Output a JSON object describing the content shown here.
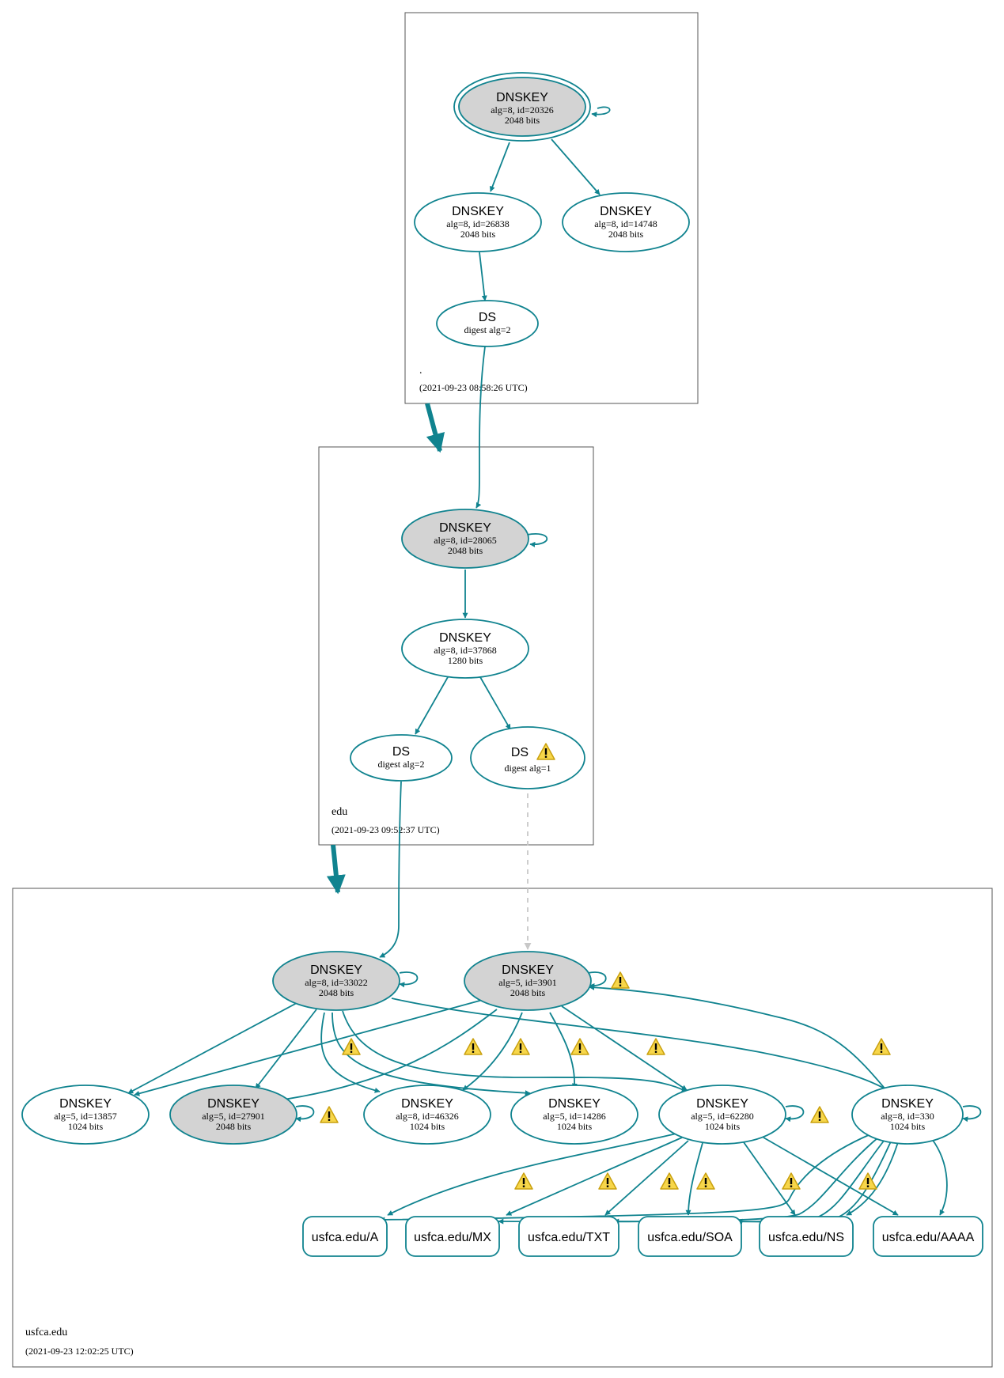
{
  "colors": {
    "edge": "#10838f",
    "node_stroke": "#10838f",
    "shaded_fill": "#d3d3d3",
    "box_stroke": "#555555",
    "dashed_edge": "#c8c8c8",
    "warning_fill": "#f7d64a",
    "warning_stroke": "#c9a00e"
  },
  "zones": {
    "root": {
      "name": ".",
      "time": "(2021-09-23 08:58:26 UTC)"
    },
    "edu": {
      "name": "edu",
      "time": "(2021-09-23 09:52:37 UTC)"
    },
    "usfca": {
      "name": "usfca.edu",
      "time": "(2021-09-23 12:02:25 UTC)"
    }
  },
  "nodes": {
    "root_ksk": {
      "title": "DNSKEY",
      "l1": "alg=8, id=20326",
      "l2": "2048 bits"
    },
    "root_zsk1": {
      "title": "DNSKEY",
      "l1": "alg=8, id=26838",
      "l2": "2048 bits"
    },
    "root_zsk2": {
      "title": "DNSKEY",
      "l1": "alg=8, id=14748",
      "l2": "2048 bits"
    },
    "root_ds": {
      "title": "DS",
      "l1": "digest alg=2"
    },
    "edu_ksk": {
      "title": "DNSKEY",
      "l1": "alg=8, id=28065",
      "l2": "2048 bits"
    },
    "edu_zsk": {
      "title": "DNSKEY",
      "l1": "alg=8, id=37868",
      "l2": "1280 bits"
    },
    "edu_ds2": {
      "title": "DS",
      "l1": "digest alg=2"
    },
    "edu_ds1": {
      "title": "DS",
      "l1": "digest alg=1"
    },
    "u_k33022": {
      "title": "DNSKEY",
      "l1": "alg=8, id=33022",
      "l2": "2048 bits"
    },
    "u_k3901": {
      "title": "DNSKEY",
      "l1": "alg=5, id=3901",
      "l2": "2048 bits"
    },
    "u_k13857": {
      "title": "DNSKEY",
      "l1": "alg=5, id=13857",
      "l2": "1024 bits"
    },
    "u_k27901": {
      "title": "DNSKEY",
      "l1": "alg=5, id=27901",
      "l2": "2048 bits"
    },
    "u_k46326": {
      "title": "DNSKEY",
      "l1": "alg=8, id=46326",
      "l2": "1024 bits"
    },
    "u_k14286": {
      "title": "DNSKEY",
      "l1": "alg=5, id=14286",
      "l2": "1024 bits"
    },
    "u_k62280": {
      "title": "DNSKEY",
      "l1": "alg=5, id=62280",
      "l2": "1024 bits"
    },
    "u_k330": {
      "title": "DNSKEY",
      "l1": "alg=8, id=330",
      "l2": "1024 bits"
    }
  },
  "rrsets": {
    "a": "usfca.edu/A",
    "mx": "usfca.edu/MX",
    "txt": "usfca.edu/TXT",
    "soa": "usfca.edu/SOA",
    "ns": "usfca.edu/NS",
    "aaaa": "usfca.edu/AAAA"
  },
  "warning_icon": "warning-triangle-icon"
}
